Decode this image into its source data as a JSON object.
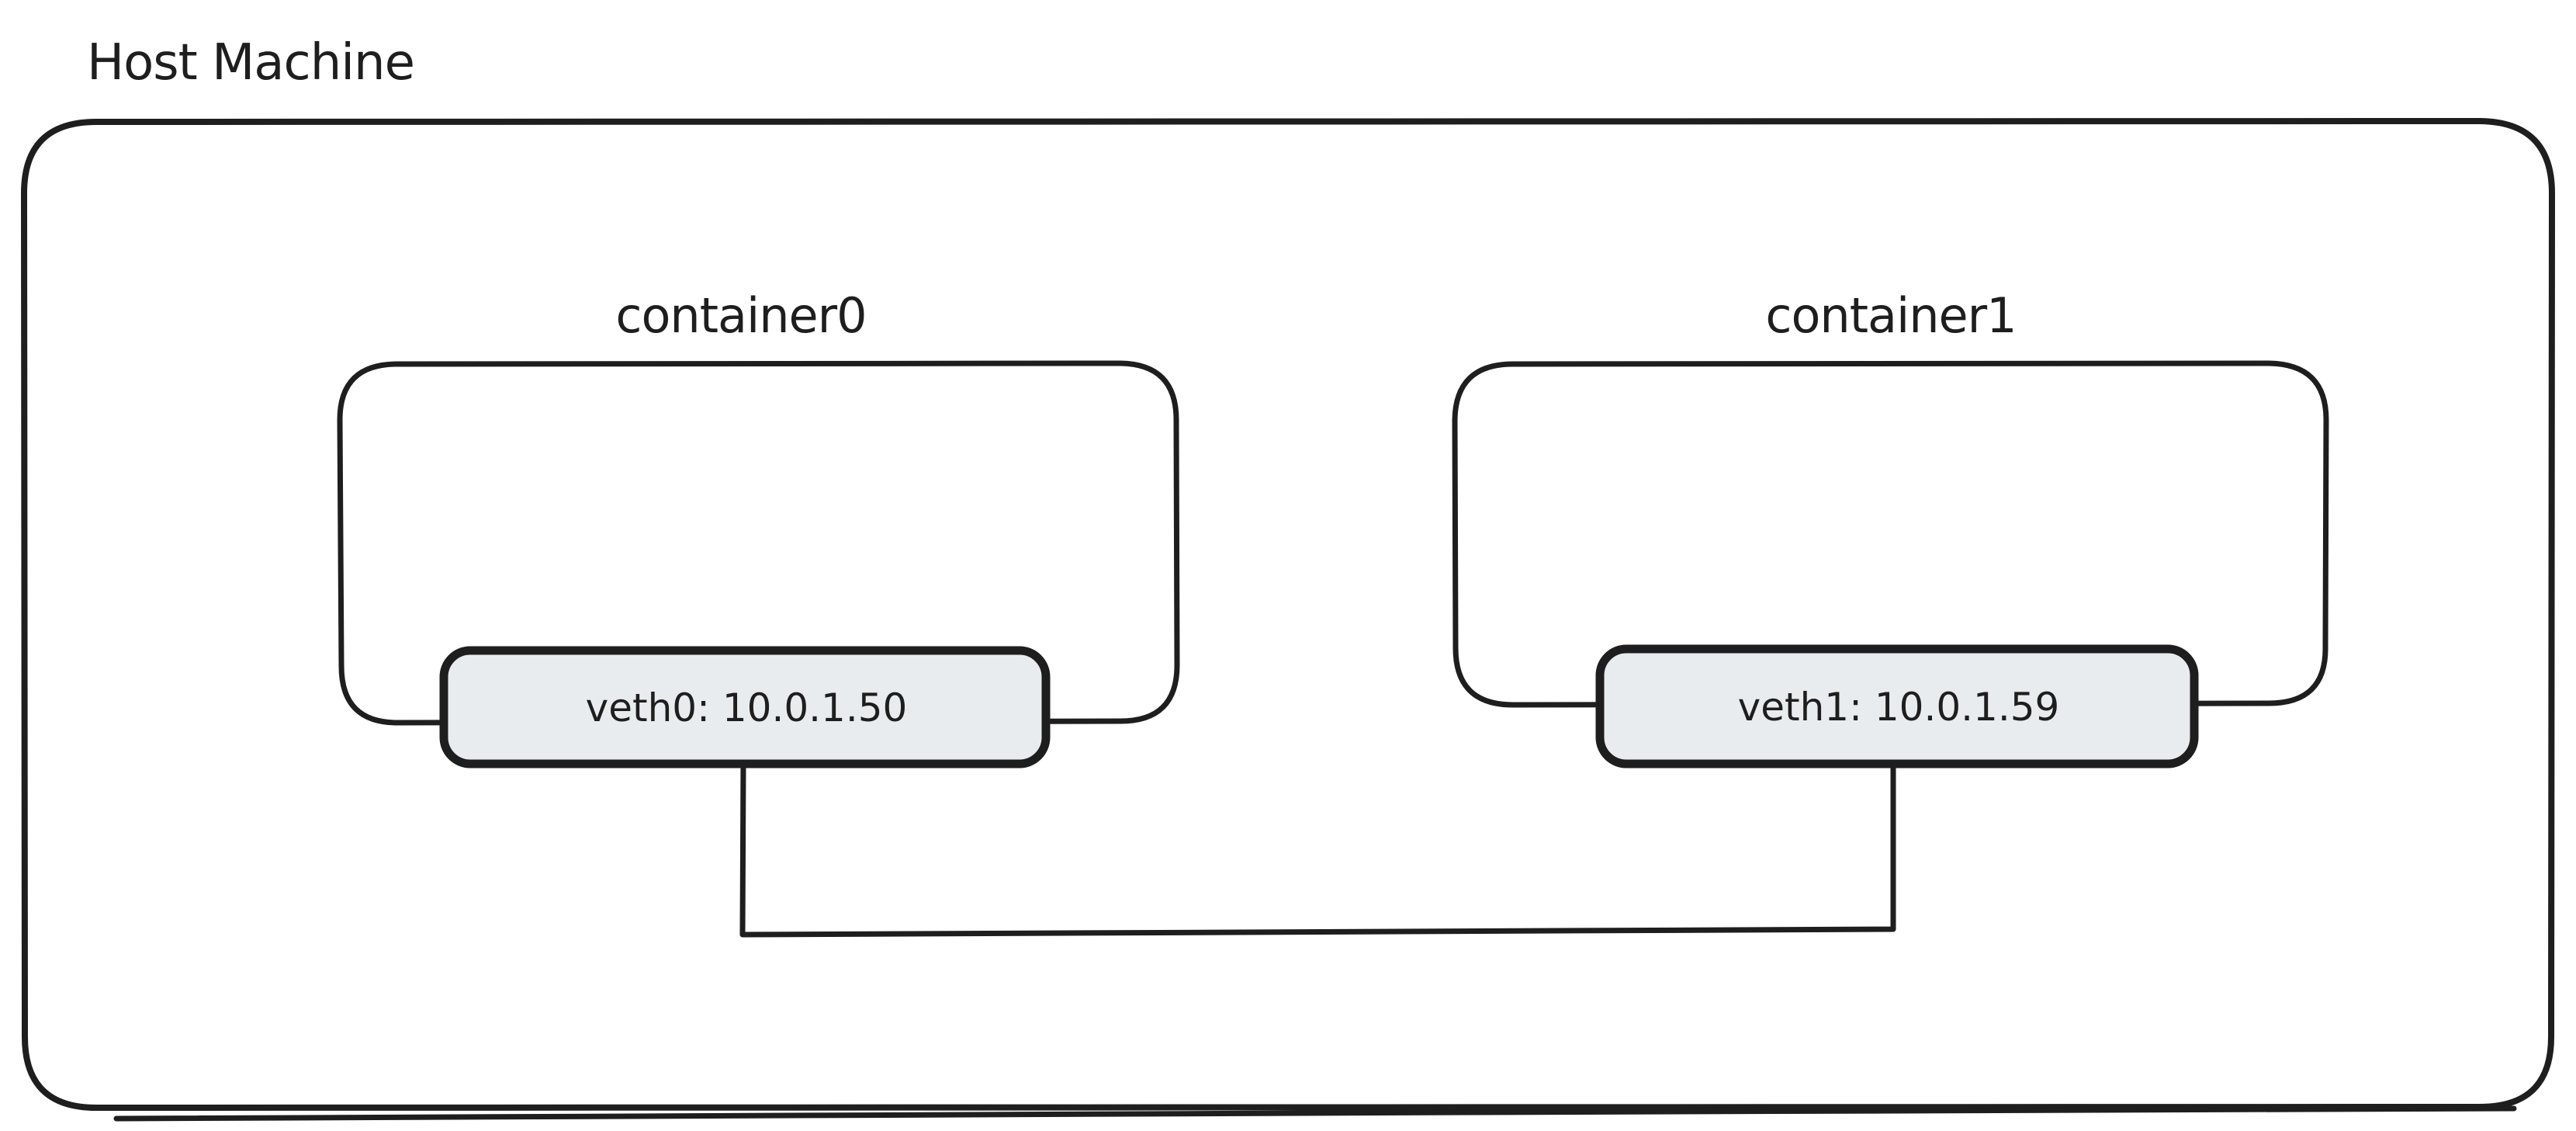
{
  "diagram": {
    "host": {
      "label": "Host Machine"
    },
    "containers": [
      {
        "label": "container0",
        "interface": {
          "label": "veth0: 10.0.1.50"
        }
      },
      {
        "label": "container1",
        "interface": {
          "label": "veth1: 10.0.1.59"
        }
      }
    ],
    "colors": {
      "stroke": "#1e1e1e",
      "interface_fill": "#e9ecef",
      "background": "#ffffff"
    }
  }
}
